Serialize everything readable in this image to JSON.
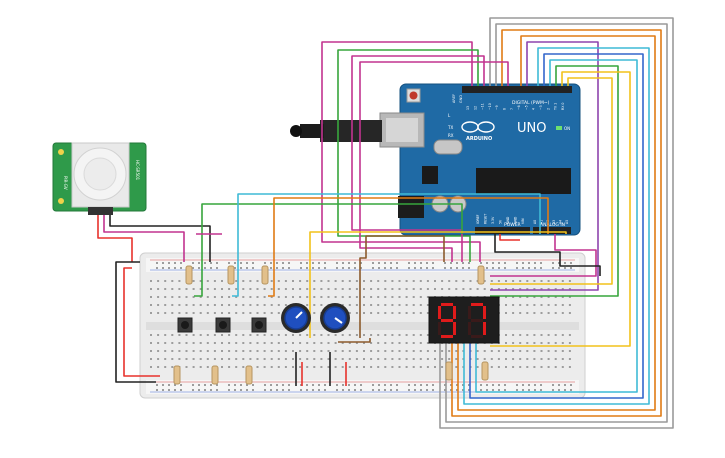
{
  "arduino": {
    "brand": "ARDUINO",
    "model": "UNO",
    "header_digital": "DIGITAL (PWM~)",
    "label_power": "POWER",
    "label_analog": "ANALOG IN",
    "label_on": "ON",
    "label_l": "L",
    "label_tx": "TX",
    "label_rx": "RX",
    "label_aref": "AREF",
    "label_gnd": "GND",
    "pins_digital": [
      "13",
      "12",
      "~11",
      "~10",
      "~9",
      "8",
      "7",
      "~6",
      "~5",
      "4",
      "~3",
      "2",
      "TX 1",
      "RX 0"
    ],
    "pins_power": [
      "IOREF",
      "RESET",
      "3.3V",
      "5V",
      "GND",
      "GND",
      "VIN"
    ],
    "pins_analog": [
      "A0",
      "A1",
      "A2",
      "A3",
      "A4",
      "A5"
    ]
  },
  "pir_sensor": {
    "label_left": "PIR-GV",
    "label_right": "HC-SR501"
  },
  "display": {
    "digits": [
      "9",
      "7"
    ]
  },
  "colors": {
    "board": "#1f6aa5",
    "board_dark": "#15507e",
    "pir": "#2f9a4a",
    "breadboard": "#ececec",
    "segment_on": "#e01b1b",
    "wire_red": "#e8322c",
    "wire_black": "#222222",
    "wire_green": "#37a53c",
    "wire_magenta": "#c2338f",
    "wire_orange": "#e07b14",
    "wire_yellow": "#f2c21b",
    "wire_cyan": "#3fbad6",
    "wire_blue": "#3366cc",
    "wire_brown": "#8b5a2b",
    "wire_gray": "#9a9a9a",
    "wire_purple": "#8e44ad"
  }
}
